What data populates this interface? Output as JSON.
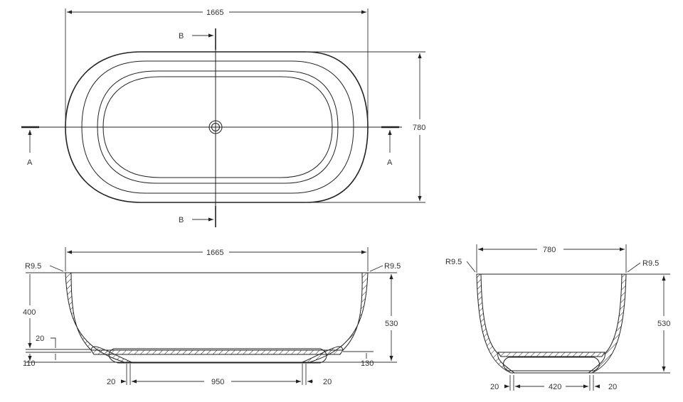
{
  "plan_view": {
    "length_dim": "1665",
    "width_dim": "780",
    "section_b_label_top": "B",
    "section_b_label_bottom": "B",
    "section_a_label_left": "A",
    "section_a_label_right": "A"
  },
  "long_section": {
    "length_dim": "1665",
    "radius_left": "R9.5",
    "radius_right": "R9.5",
    "depth_dim": "400",
    "floor_thickness_dim": "20",
    "base_height_dim": "110",
    "total_height_dim": "530",
    "base_right_dim": "130",
    "base_length_dim": "950",
    "foot_left_dim": "20",
    "foot_right_dim": "20"
  },
  "cross_section": {
    "width_dim": "780",
    "radius_left": "R9.5",
    "radius_right": "R9.5",
    "total_height_dim": "530",
    "base_width_dim": "420",
    "foot_left_dim": "20",
    "foot_right_dim": "20"
  },
  "colors": {
    "line": "#222222",
    "background": "#ffffff"
  }
}
